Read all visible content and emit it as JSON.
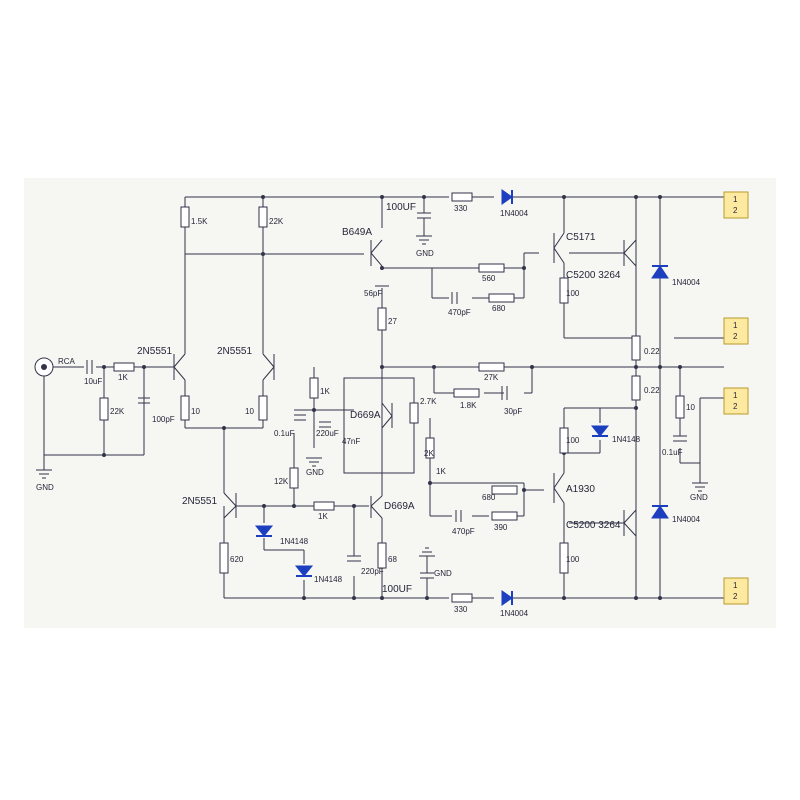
{
  "colors": {
    "wire": "#33334a",
    "diode": "#1c3fbf",
    "connector": "#fde9a0",
    "background": "#f6f6f2"
  },
  "labels": {
    "rca": "RCA",
    "c_in": "10uF",
    "r_in": "1K",
    "r_22k_in": "22K",
    "c_100pf": "100pF",
    "q_in_left": "2N5551",
    "q_in_right": "2N5551",
    "r_1k5": "1.5K",
    "r_22k_top": "22K",
    "r_10_left": "10",
    "r_10_right": "10",
    "q_b649a": "B649A",
    "c_56pf": "56pF",
    "r_27": "27",
    "c_100uf_top": "100UF",
    "gnd_top": "GND",
    "r_330_top": "330",
    "d_top": "1N4004",
    "q_c5171": "C5171",
    "r_560": "560",
    "c_470pf_top": "470pF",
    "r_680_top": "680",
    "r_100_top": "100",
    "q_c5200_top": "C5200 3264",
    "d_right_top": "1N4004",
    "r_022_top": "0.22",
    "r_022_bot": "0.22",
    "r_27k": "27K",
    "r_1k8": "1.8K",
    "c_30pf": "30pF",
    "r_1k_mid": "1K",
    "c_01uf": "0.1uF",
    "c_220uf": "220uF",
    "c_47nf": "47nF",
    "gnd_mid": "GND",
    "q_d669a_top": "D669A",
    "r_2k7": "2.7K",
    "r_2k": "2K",
    "r_1k_b": "1K",
    "r_12k": "12K",
    "r_1k_bias": "1K",
    "r_100_mid": "100",
    "d_1n4148_right": "1N4148",
    "q_a1930": "A1930",
    "r_680_bot": "680",
    "c_470pf_bot": "470pF",
    "r_390": "390",
    "q_c5200_bot": "C5200 3264",
    "d_right_bot": "1N4004",
    "r_10_zobel": "10",
    "c_01uf_zobel": "0.1uF",
    "gnd_right": "GND",
    "q_2n5551_bot": "2N5551",
    "q_d669a_bot": "D669A",
    "r_620": "620",
    "d_1n4148_a": "1N4148",
    "d_1n4148_b": "1N4148",
    "c_220pf": "220pF",
    "r_68": "68",
    "c_100uf_bot": "100UF",
    "gnd_bot": "GND",
    "r_330_bot": "330",
    "d_bot": "1N4004",
    "r_100_bot": "100",
    "gnd_left": "GND",
    "conn_1": "1",
    "conn_2": "2"
  }
}
